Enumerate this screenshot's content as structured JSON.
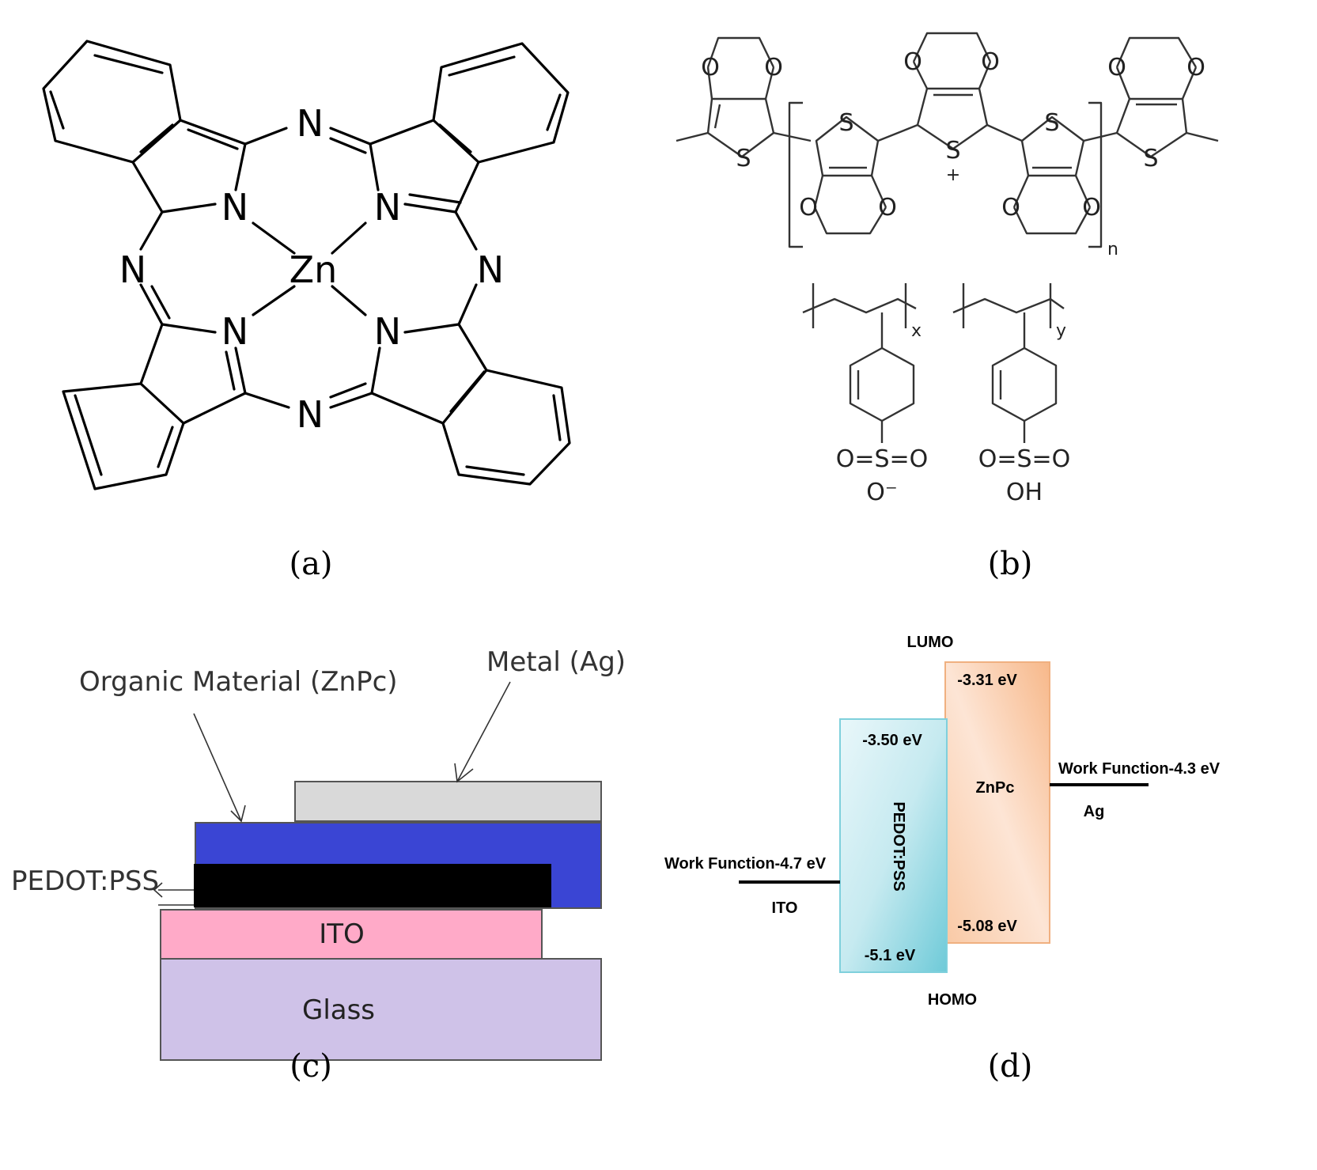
{
  "captions": {
    "a": "(a)",
    "b": "(b)",
    "c": "(c)",
    "d": "(d)"
  },
  "zinc_pc": {
    "center_atom": "Zn",
    "nitrogen": "N"
  },
  "pedot_pss": {
    "sulfur": "S",
    "oxygen": "O",
    "charge_plus": "+",
    "repeat_n": "n",
    "repeat_x": "x",
    "repeat_y": "y",
    "sulfonate_left_top": "O=S=O",
    "sulfonate_left_bottom": "O⁻",
    "sulfonate_right_top": "O=S=O",
    "sulfonate_right_bottom": "OH"
  },
  "device_stack": {
    "metal_label": "Metal (Ag)",
    "organic_label": "Organic Material (ZnPc)",
    "pedot_label": "PEDOT:PSS",
    "ito_label": "ITO",
    "glass_label": "Glass",
    "colors": {
      "metal": "#d9d9d9",
      "organic": "#3a45d4",
      "pedot": "#000000",
      "ito": "#ffaac8",
      "glass": "#cfc2e8"
    }
  },
  "energy_diagram": {
    "lumo_label": "LUMO",
    "homo_label": "HOMO",
    "pedot_label": "PEDOT:PSS",
    "pedot_lumo": "-3.50 eV",
    "pedot_homo": "-5.1 eV",
    "znpc_label": "ZnPc",
    "znpc_lumo": "-3.31 eV",
    "znpc_homo": "-5.08 eV",
    "ito_wf": "Work Function-4.7 eV",
    "ito_label": "ITO",
    "ag_wf": "Work Function-4.3 eV",
    "ag_label": "Ag",
    "colors": {
      "pedot": "#6ecad8",
      "znpc": "#f7b88a"
    }
  }
}
